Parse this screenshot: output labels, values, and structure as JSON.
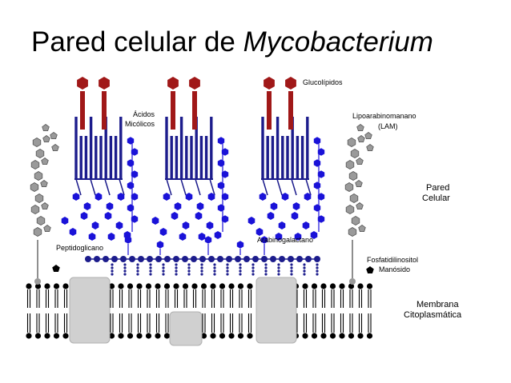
{
  "title": {
    "prefix": "Pared celular de ",
    "italic": "Mycobacterium"
  },
  "labels": {
    "glycolipids": "Glucolípidos",
    "mycolic_acids_1": "Ácidos",
    "mycolic_acids_2": "Micólicos",
    "lam_1": "Lipoarabinomanano",
    "lam_2": "(LAM)",
    "wall_1": "Pared",
    "wall_2": "Celular",
    "peptidoglycan": "Peptidoglicano",
    "arabinogalactan": "Arabinogalactano",
    "pim_1": "Fosfatidilinositol",
    "pim_2": "Manósido",
    "membrane_1": "Membrana",
    "membrane_2": "Citoplasmática"
  },
  "colors": {
    "lipid_head": "#000000",
    "glycolipid": "#a01818",
    "mycolic": "#1c1c8c",
    "sugar_blue": "#1a12d8",
    "sugar_gray": "#9a9a9a",
    "protein": "#d0d0d0"
  }
}
